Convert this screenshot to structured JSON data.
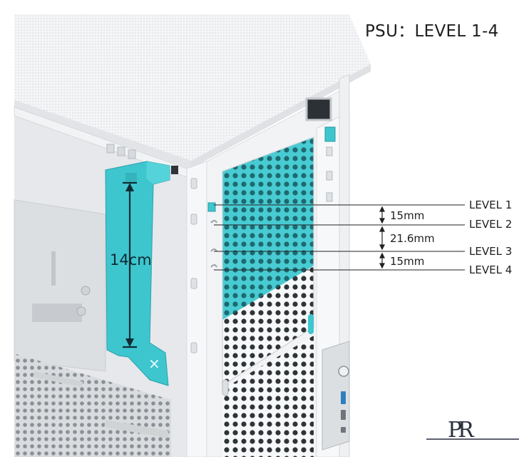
{
  "title": "PSU：LEVEL 1-4",
  "psu_length": "14cm",
  "levels": [
    {
      "label": "LEVEL 1"
    },
    {
      "label": "LEVEL 2"
    },
    {
      "label": "LEVEL 3"
    },
    {
      "label": "LEVEL 4"
    }
  ],
  "spacings": [
    "15mm",
    "21.6mm",
    "15mm"
  ],
  "logo": "PR",
  "colors": {
    "accent_cyan": "#33c9d3",
    "case_white": "#f3f4f6",
    "text": "#1e1e1e"
  }
}
